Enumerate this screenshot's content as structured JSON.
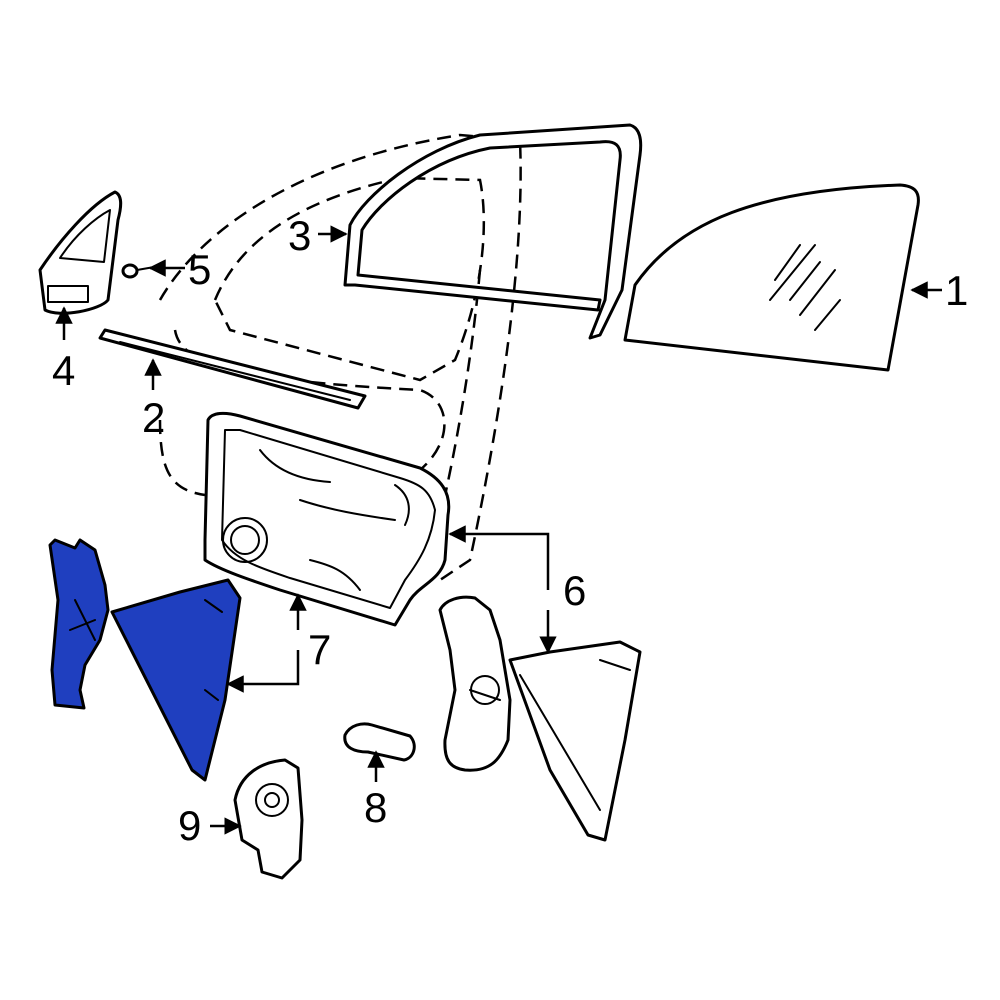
{
  "callouts": {
    "c1": "1",
    "c2": "2",
    "c3": "3",
    "c4": "4",
    "c5": "5",
    "c6": "6",
    "c7": "7",
    "c8": "8",
    "c9": "9"
  },
  "colors": {
    "highlight": "#1f3fbf",
    "line": "#000000",
    "background": "#ffffff"
  }
}
